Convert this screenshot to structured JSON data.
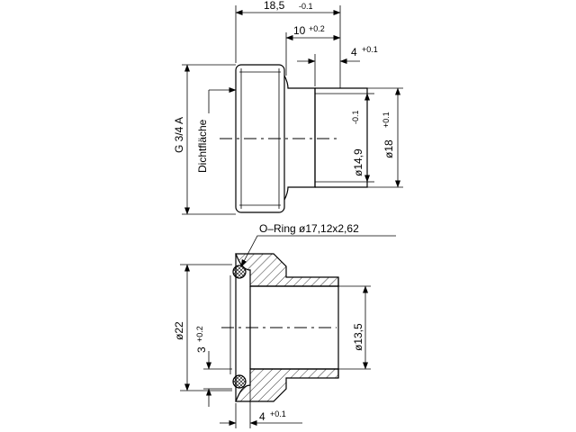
{
  "top_view": {
    "dim_total": {
      "value": "18,5",
      "tol": "-0.1"
    },
    "dim_shoulder": {
      "value": "10",
      "tol": "+0.2"
    },
    "dim_step": {
      "value": "4",
      "tol": "+0.1"
    },
    "dim_d149": {
      "value": "ø14,9",
      "tol": "-0.1"
    },
    "dim_d18": {
      "value": "ø18",
      "tol": "+0.1"
    },
    "thread": "G 3/4 A",
    "sealing_face": "Dichtfläche"
  },
  "bottom_view": {
    "oring_label": "O–Ring  ø17,12x2,62",
    "dim_d22": "ø22",
    "dim_groove": {
      "value": "3",
      "tol": "+0.2"
    },
    "dim_d135": "ø13,5",
    "dim_step": {
      "value": "4",
      "tol": "+0.1"
    }
  }
}
